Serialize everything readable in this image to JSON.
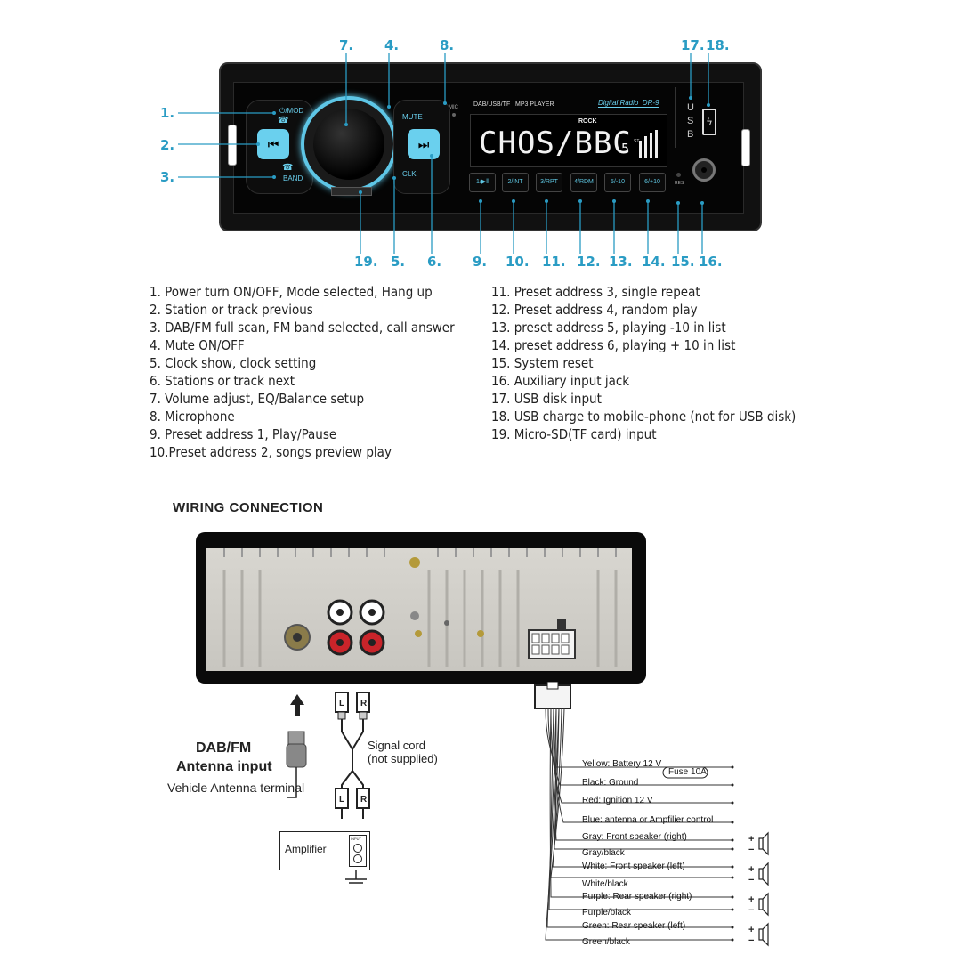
{
  "callout_numbers": {
    "n1": "1.",
    "n2": "2.",
    "n3": "3.",
    "n4": "4.",
    "n5": "5.",
    "n6": "6.",
    "n7": "7.",
    "n8": "8.",
    "n9": "9.",
    "n10": "10.",
    "n11": "11.",
    "n12": "12.",
    "n13": "13.",
    "n14": "14.",
    "n15": "15.",
    "n16": "16.",
    "n17": "17.",
    "n18": "18.",
    "n19": "19."
  },
  "faceplate": {
    "power_mod": "⏻/MOD",
    "band": "BAND",
    "mute": "MUTE",
    "clk": "CLK",
    "mic": "MIC",
    "source_text": "DAB/USB/TF   MP3 PLAYER",
    "brand_model": "Digital Radio  DR-9",
    "display_genre": "ROCK",
    "display_text": "CHOS/BBC",
    "display_suffix": "5",
    "display_st": "ST",
    "usb_u": "U",
    "usb_s": "S",
    "usb_b": "B",
    "res": "RES",
    "preset_buttons": [
      "1/▶‖",
      "2/INT",
      "3/RPT",
      "4/RDM",
      "5/-10",
      "6/+10"
    ]
  },
  "descriptions_left": [
    "1. Power turn ON/OFF, Mode selected, Hang up",
    "2. Station or track previous",
    "3. DAB/FM full scan, FM band selected, call answer",
    "4. Mute ON/OFF",
    "5. Clock show, clock setting",
    "6. Stations or track next",
    "7. Volume adjust, EQ/Balance setup",
    "8. Microphone",
    "9. Preset address 1, Play/Pause",
    "10.Preset address 2,  songs preview play"
  ],
  "descriptions_right": [
    "11. Preset address 3, single repeat",
    "12. Preset address 4, random play",
    "13. preset address 5, playing -10 in list",
    "14. preset address 6, playing + 10 in list",
    "15. System reset",
    "16. Auxiliary input jack",
    "17. USB disk input",
    "18. USB charge to mobile-phone (not for USB disk)",
    "19. Micro-SD(TF card) input"
  ],
  "wiring": {
    "heading": "WIRING CONNECTION",
    "antenna_title_1": "DAB/FM",
    "antenna_title_2": "Antenna input",
    "antenna_sub": "Vehicle Antenna terminal",
    "signal_cord_1": "Signal cord",
    "signal_cord_2": "(not supplied)",
    "rca_l": "L",
    "rca_r": "R",
    "amplifier": "Amplifier",
    "amp_input": "INPUT",
    "fuse": "Fuse 10A",
    "wires": [
      "Yellow: Battery 12 V",
      "Black: Ground",
      "Red: Ignition 12 V",
      "Blue: antenna or Ampfilier control",
      "Gray: Front speaker (right)",
      "Gray/black",
      "White: Front speaker (left)",
      "White/black",
      "Purple: Rear speaker (right)",
      "Purple/black",
      "Green: Rear speaker (left)",
      "Green/black"
    ],
    "plus": "+",
    "minus": "−"
  },
  "colors": {
    "accent": "#2a9cc4",
    "button_glow": "#6ad0ee",
    "display": "#f2f2f2"
  }
}
